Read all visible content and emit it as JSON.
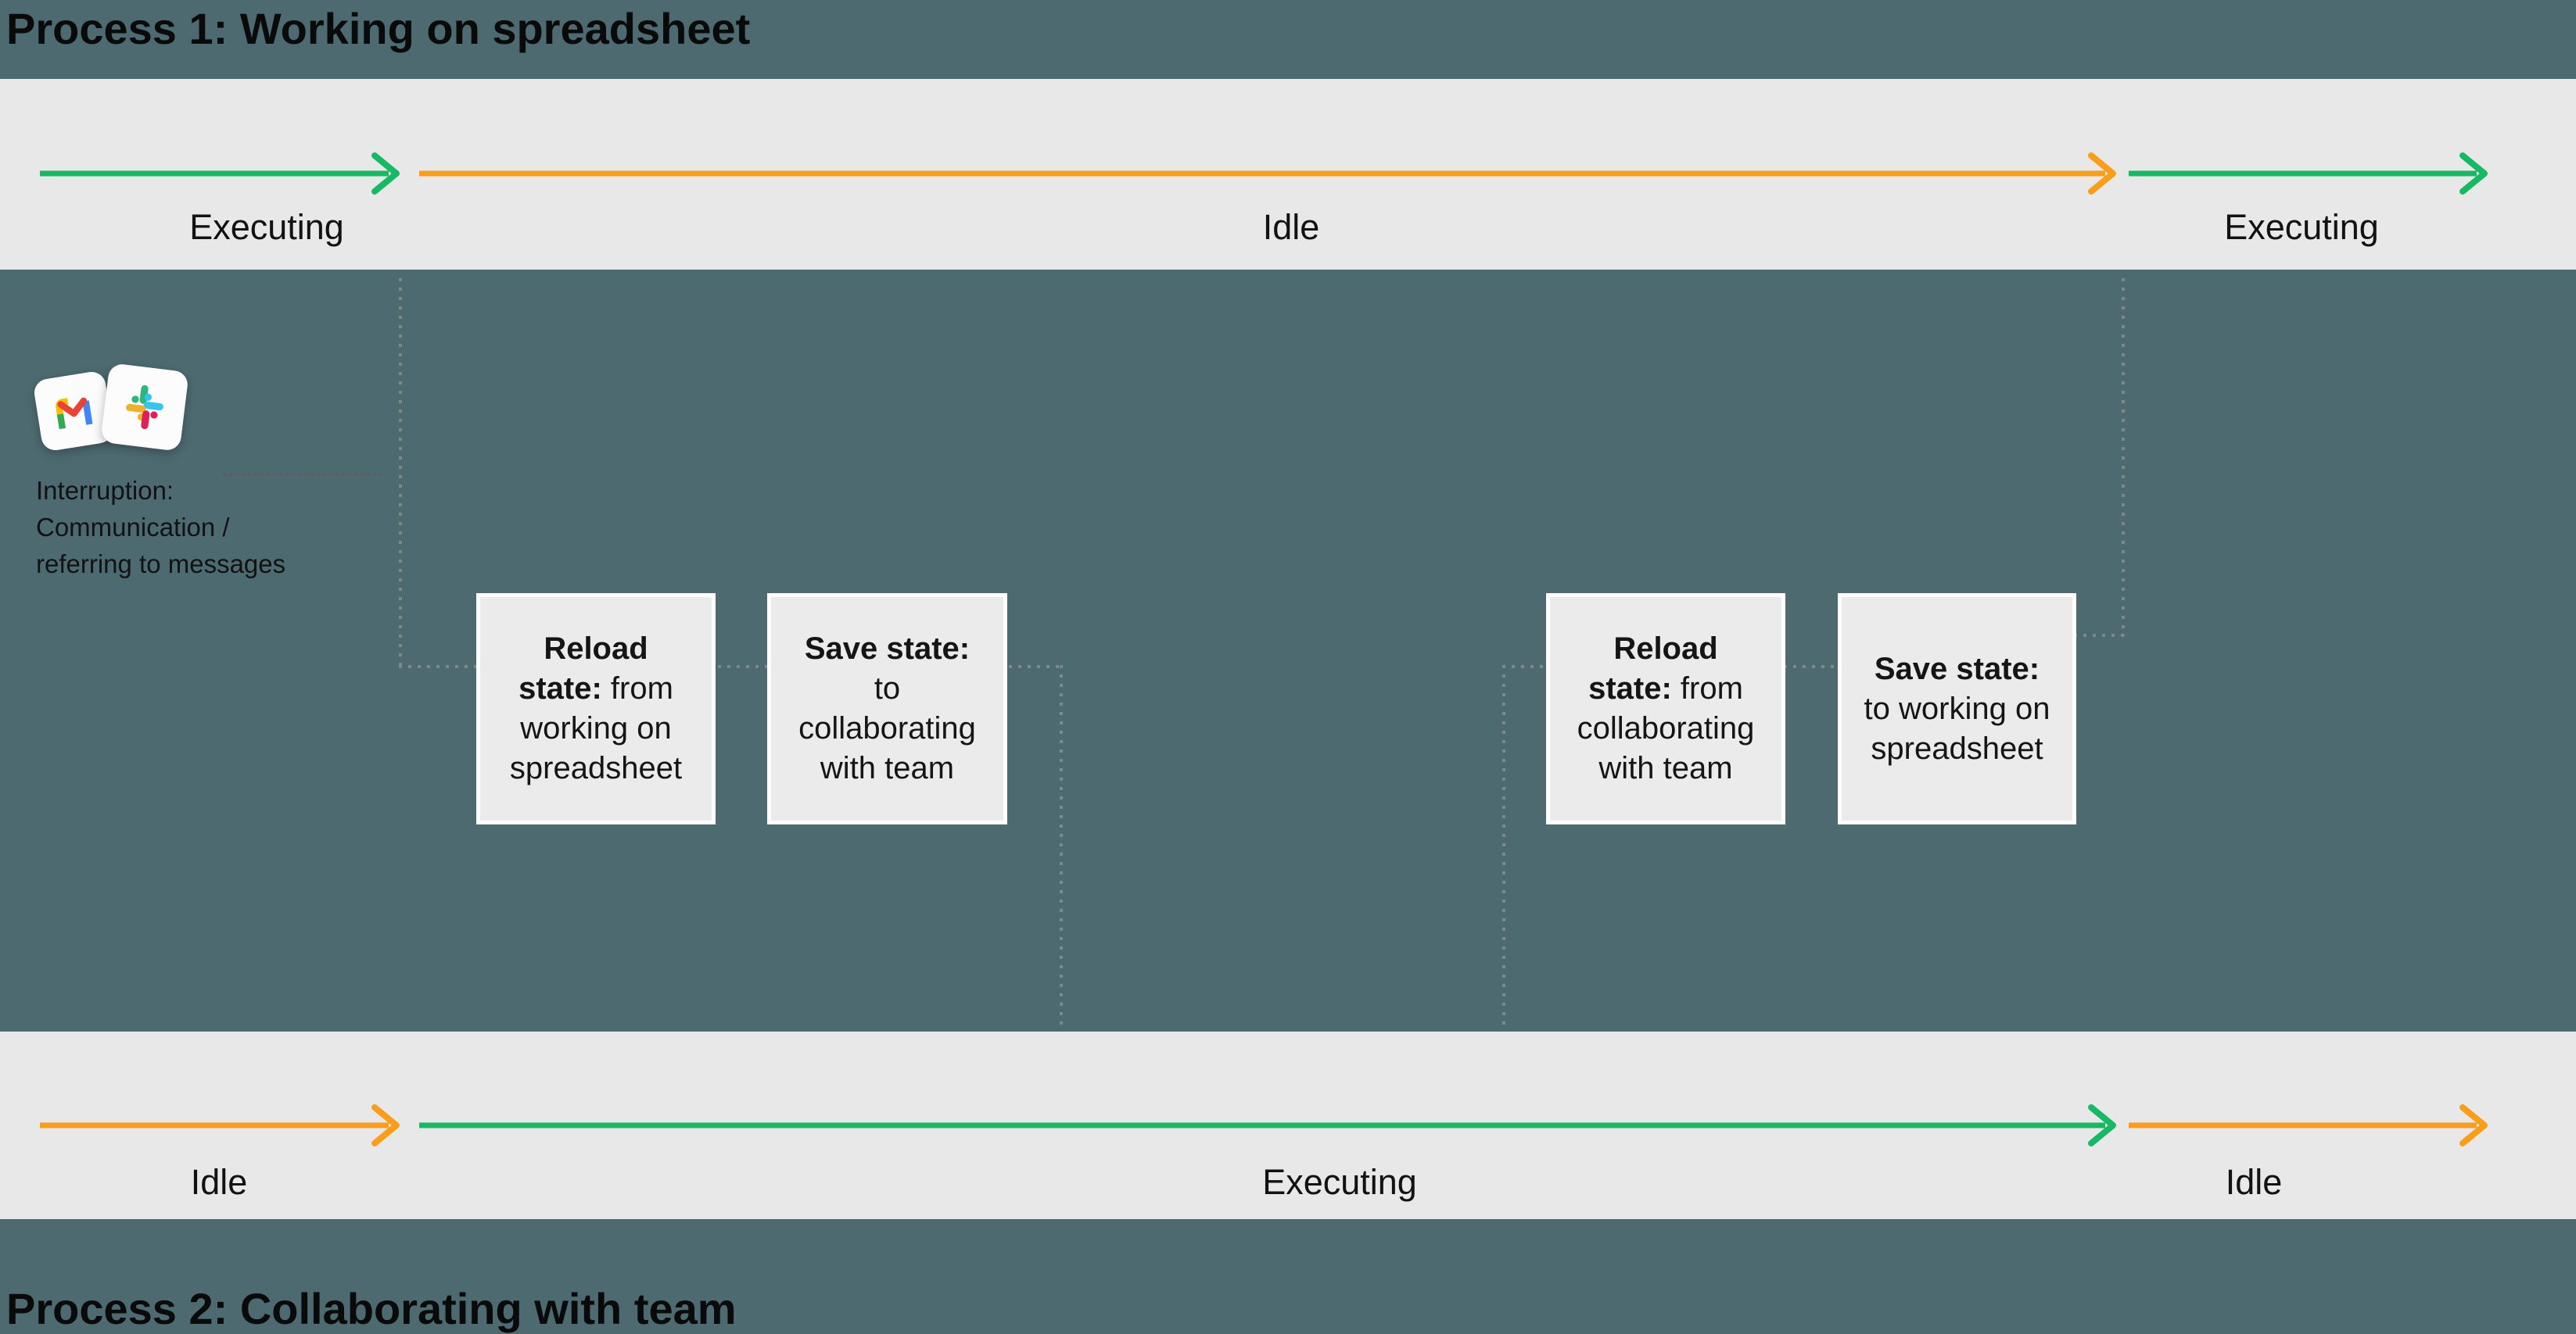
{
  "colors": {
    "background": "#4d6a71",
    "band": "#e8e8e8",
    "green": "#17b964",
    "orange": "#f99e1b",
    "box_fill": "#ebebeb",
    "box_border": "#ffffff",
    "dot_connector": "#7e8889",
    "dot_interrupt": "#5d5d5d",
    "text": "#0d0d0d",
    "gmail_red": "#EA4335",
    "gmail_blue": "#4285F4",
    "gmail_green": "#34A853",
    "gmail_yellow": "#FBBC04",
    "slack_green": "#2EB67D",
    "slack_blue": "#36C5F0",
    "slack_yellow": "#ECB22E",
    "slack_red": "#E01E5A"
  },
  "process1": {
    "title": "Process 1: Working on spreadsheet",
    "timeline": [
      {
        "state": "Executing"
      },
      {
        "state": "Idle"
      },
      {
        "state": "Executing"
      }
    ]
  },
  "process2": {
    "title": "Process 2: Collaborating with team",
    "timeline": [
      {
        "state": "Idle"
      },
      {
        "state": "Executing"
      },
      {
        "state": "Idle"
      }
    ]
  },
  "interruption": {
    "lines": [
      "Interruption:",
      "Communication /",
      "referring to messages"
    ],
    "icons": [
      "gmail-icon",
      "slack-icon"
    ]
  },
  "boxes": [
    {
      "lines": [
        {
          "b": "Reload",
          "r": ""
        },
        {
          "b": "state:",
          "r": " from"
        },
        {
          "b": "",
          "r": "working on"
        },
        {
          "b": "",
          "r": "spreadsheet"
        }
      ]
    },
    {
      "lines": [
        {
          "b": "Save state:",
          "r": ""
        },
        {
          "b": "",
          "r": "to"
        },
        {
          "b": "",
          "r": "collaborating"
        },
        {
          "b": "",
          "r": "with team"
        }
      ]
    },
    {
      "lines": [
        {
          "b": "Reload",
          "r": ""
        },
        {
          "b": "state:",
          "r": " from"
        },
        {
          "b": "",
          "r": "collaborating"
        },
        {
          "b": "",
          "r": "with team"
        }
      ]
    },
    {
      "lines": [
        {
          "b": "Save state:",
          "r": ""
        },
        {
          "b": "",
          "r": "to working on"
        },
        {
          "b": "",
          "r": "spreadsheet"
        },
        {
          "b": "",
          "r": ""
        }
      ]
    }
  ]
}
